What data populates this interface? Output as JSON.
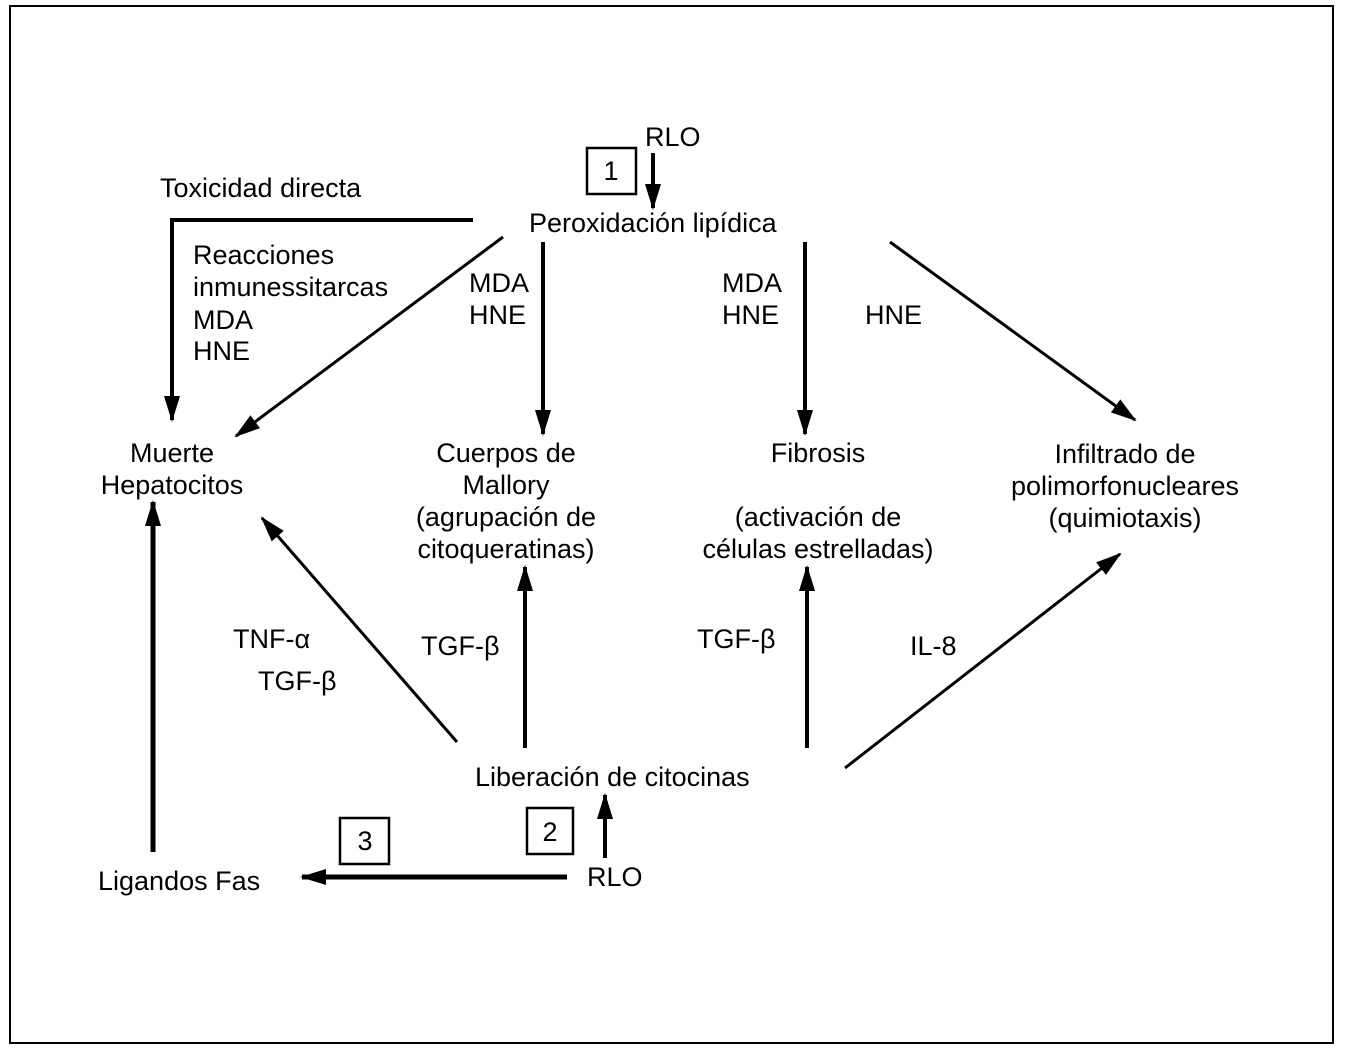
{
  "diagram": {
    "nodes": {
      "rlo_top": "RLO",
      "peroxidacion": "Peroxidación lipídica",
      "toxicidad": "Toxicidad directa",
      "reacciones": [
        "Reacciones",
        "inmunessitarcas",
        "MDA",
        "HNE"
      ],
      "muerte": [
        "Muerte",
        "Hepatocitos"
      ],
      "mallory": [
        "Cuerpos de",
        "Mallory",
        "(agrupación de",
        "citoqueratinas)"
      ],
      "fibrosis": [
        "Fibrosis",
        "(activación de",
        "células estrelladas)"
      ],
      "infiltrado": [
        "Infiltrado de",
        "polimorfonucleares",
        "(quimiotaxis)"
      ],
      "liberacion": "Liberación de citocinas",
      "rlo_bottom": "RLO",
      "ligandos": "Ligandos Fas"
    },
    "edge_labels": {
      "mallory_top": [
        "MDA",
        "HNE"
      ],
      "fibrosis_top": [
        "MDA",
        "HNE"
      ],
      "infiltrado_top": "HNE",
      "muerte_bottom": [
        "TNF-α",
        "TGF-β"
      ],
      "mallory_bottom": "TGF-β",
      "fibrosis_bottom": "TGF-β",
      "infiltrado_bottom": "IL-8"
    },
    "markers": [
      "1",
      "2",
      "3"
    ],
    "edges": [
      {
        "from": "rlo_top",
        "to": "peroxidacion"
      },
      {
        "from": "peroxidacion",
        "to": "muerte",
        "label": "Toxicidad directa"
      },
      {
        "from": "peroxidacion",
        "to": "muerte",
        "label": "Reacciones inmunessitarcas MDA HNE"
      },
      {
        "from": "peroxidacion",
        "to": "mallory",
        "label": "MDA HNE"
      },
      {
        "from": "peroxidacion",
        "to": "fibrosis",
        "label": "MDA HNE"
      },
      {
        "from": "peroxidacion",
        "to": "infiltrado",
        "label": "HNE"
      },
      {
        "from": "liberacion",
        "to": "muerte",
        "label": "TNF-α TGF-β"
      },
      {
        "from": "liberacion",
        "to": "mallory",
        "label": "TGF-β"
      },
      {
        "from": "liberacion",
        "to": "fibrosis",
        "label": "TGF-β"
      },
      {
        "from": "liberacion",
        "to": "infiltrado",
        "label": "IL-8"
      },
      {
        "from": "rlo_bottom",
        "to": "liberacion"
      },
      {
        "from": "rlo_bottom",
        "to": "ligandos"
      },
      {
        "from": "ligandos",
        "to": "muerte"
      }
    ]
  }
}
